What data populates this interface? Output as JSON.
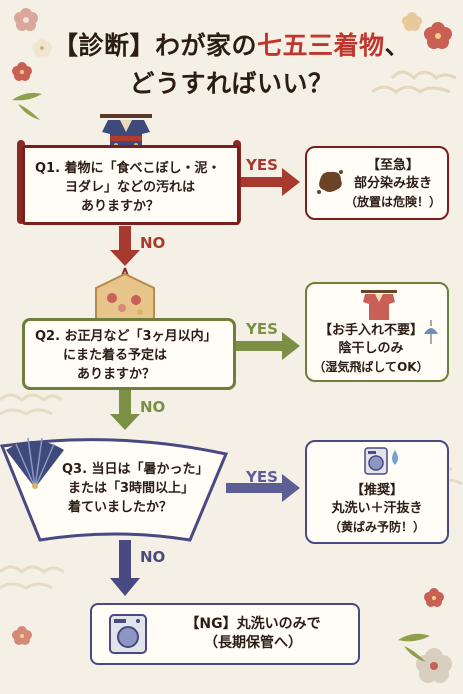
{
  "title": {
    "line1_prefix": "【診断】わが家の",
    "line1_accent": "七五三着物",
    "line1_suffix": "、",
    "line2": "どうすればいい？"
  },
  "questions": [
    {
      "line1": "Q1. 着物に「食べこぼし・泥・",
      "line2": "ヨダレ」などの汚れは",
      "line3": "ありますか？"
    },
    {
      "line1": "Q2. お正月など「3ヶ月以内」",
      "line2": "にまた着る予定は",
      "line3": "ありますか？"
    },
    {
      "line1": "Q3. 当日は「暑かった」",
      "line2": "または「3時間以上」",
      "line3": "着ていましたか？"
    }
  ],
  "labels": {
    "yes": "YES",
    "no": "NO"
  },
  "results": [
    {
      "line1": "【至急】",
      "line2": "部分染み抜き",
      "line3": "（放置は危険！）"
    },
    {
      "line1": "【お手入れ不要】",
      "line2": "陰干しのみ",
      "line3": "（湿気飛ばしてOK）"
    },
    {
      "line1": "【推奨】",
      "line2": "丸洗い＋汗抜き",
      "line3": "（黄ばみ予防！）"
    }
  ],
  "final": {
    "line1": "【NG】丸洗いのみで",
    "line2": "（長期保管へ）"
  },
  "colors": {
    "red": "#7a1e1e",
    "green": "#6d7f3a",
    "blue": "#4a4a82",
    "background": "#f4f0e6"
  }
}
